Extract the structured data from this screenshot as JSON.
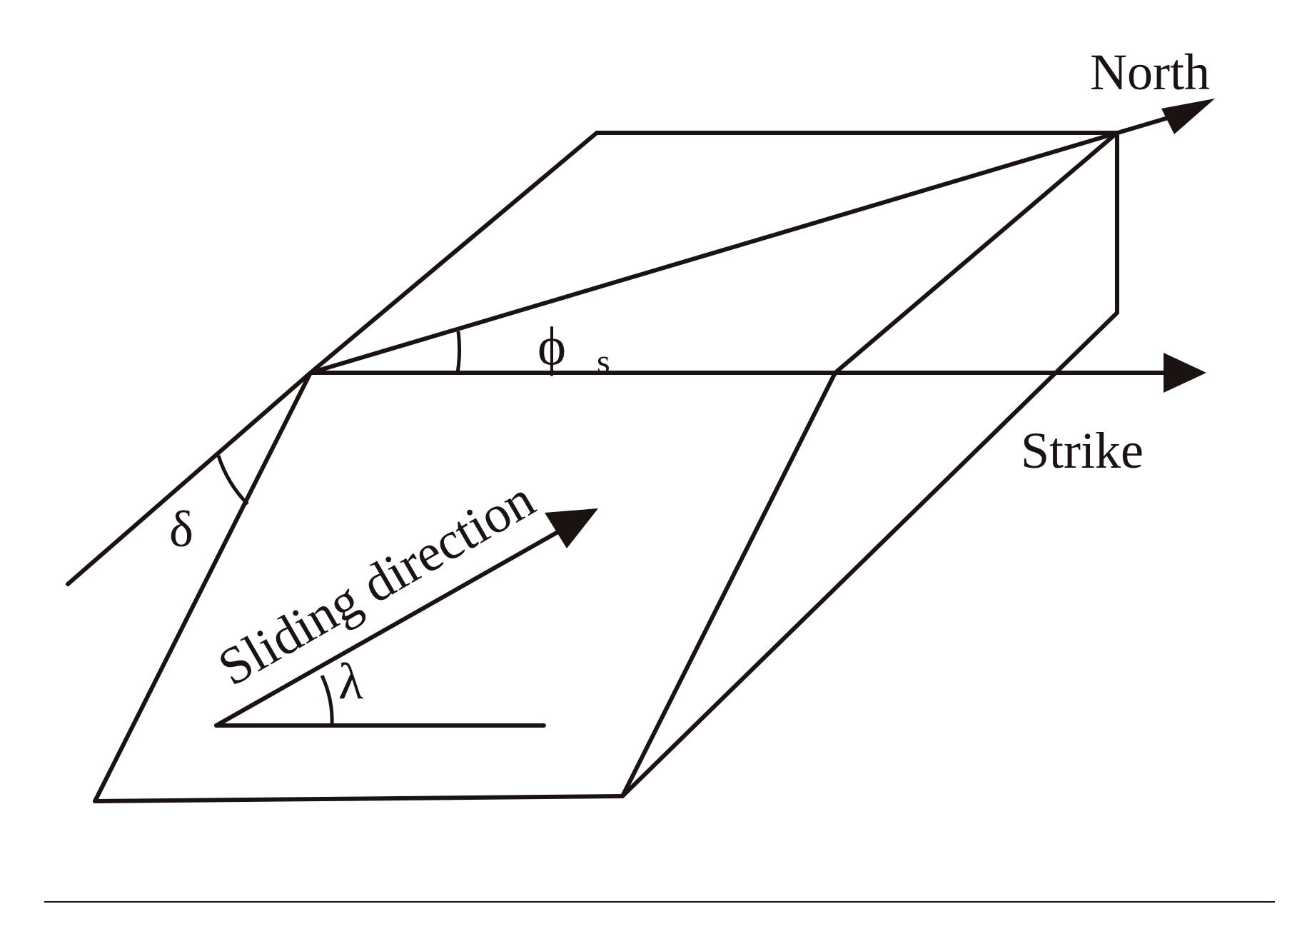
{
  "labels": {
    "north": "North",
    "strike": "Strike",
    "sliding_direction": "Sliding direction",
    "phi": "ϕ",
    "phi_subscript": "s",
    "delta": "δ",
    "lambda": "λ"
  },
  "colors": {
    "ink": "#1a1311",
    "background": "#ffffff"
  }
}
